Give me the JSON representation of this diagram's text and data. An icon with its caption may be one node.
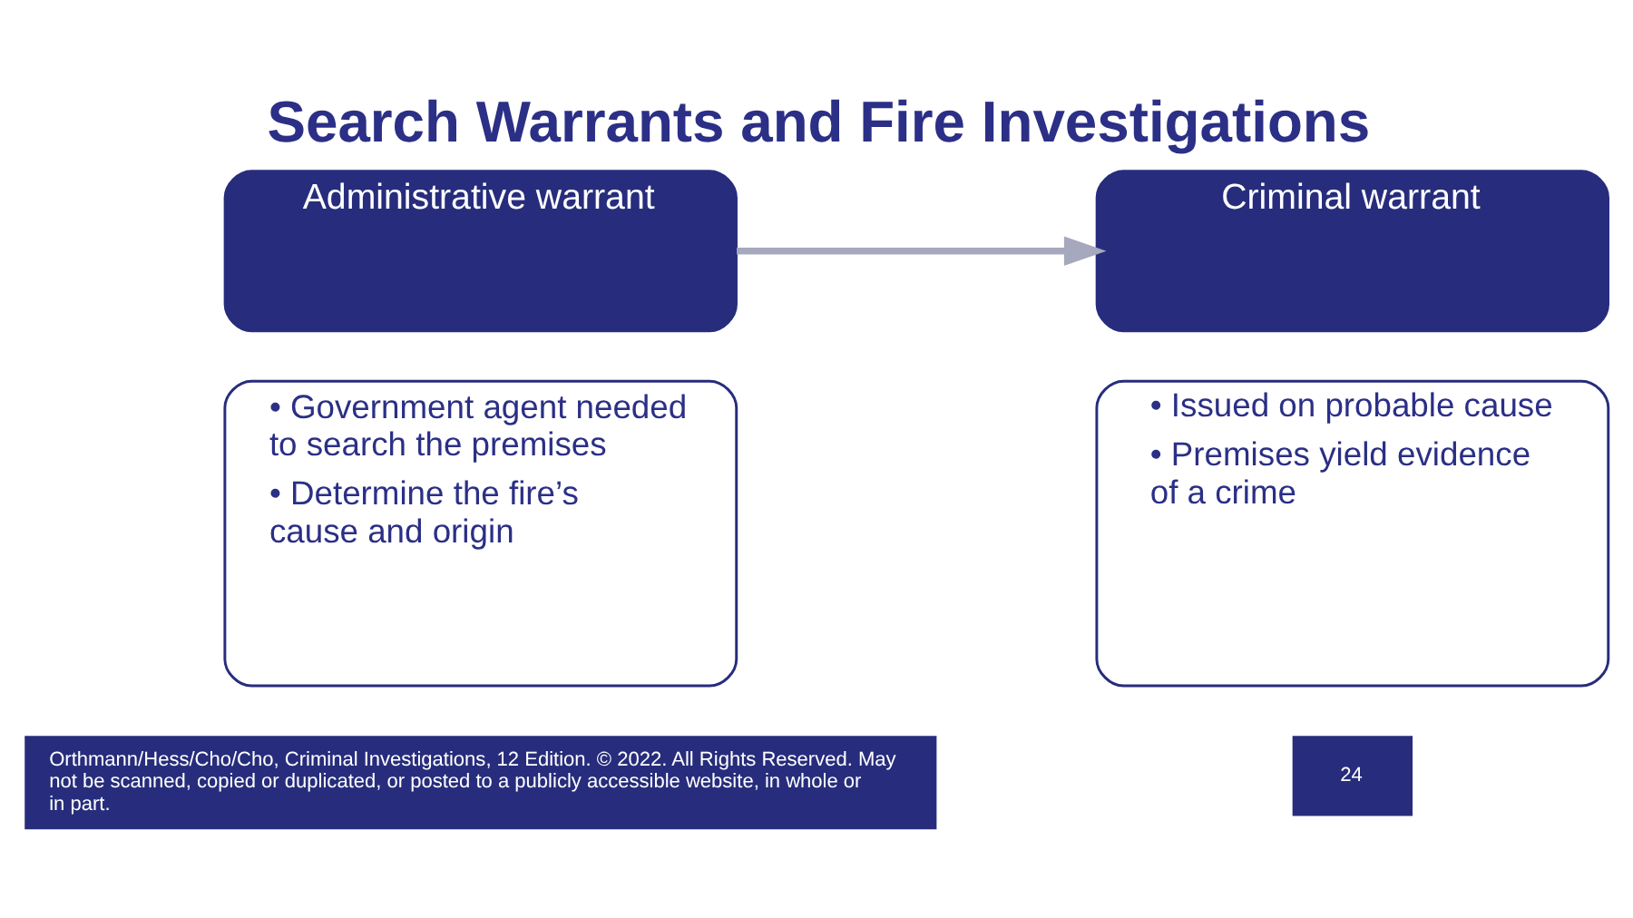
{
  "diagram": {
    "title": "Search Warrants and Fire Investigations",
    "nodes": [
      {
        "text": [
          "Administrative warrant"
        ]
      },
      {
        "text": [
          "• Government agent needed to search the premises",
          "• Determine the fire’s cause and origin"
        ]
      },
      {
        "text": [
          "Criminal warrant"
        ]
      },
      {
        "text": [
          "• Issued on probable cause",
          "• Premises yield evidence of a crime"
        ]
      }
    ],
    "edges": [
      {
        "from": 0,
        "to": 2,
        "arrow": "to",
        "color": "#a6a8bd"
      }
    ],
    "labels": [
      "Orthmann/Hess/Cho/Cho, Criminal Investigations, 12 Edition. © 2022. All Rights Reserved. May not be scanned, copied or duplicated, or posted to a publicly accessible website, in whole or in part.",
      "24"
    ]
  }
}
